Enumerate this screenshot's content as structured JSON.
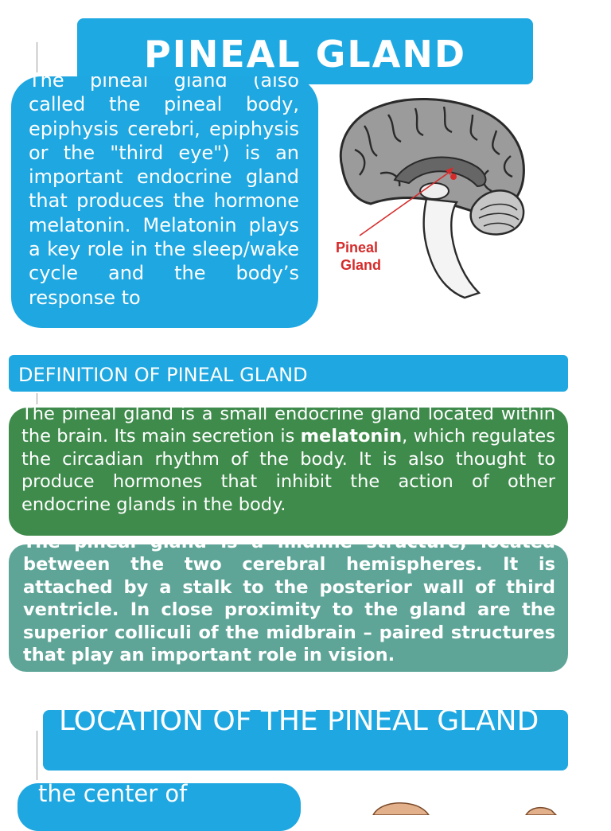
{
  "title": "PINEAL GLAND",
  "intro": {
    "text": "The pineal gland (also called the pineal body, epiphysis cerebri, epiphysis or the \"third eye\") is an important endocrine gland that produces the hormone melatonin. Melatonin plays a key role in the sleep/wake cycle and the body’s response to"
  },
  "figure": {
    "label_line1": "Pineal",
    "label_line2": "Gland",
    "arrow_color": "#d62b2b",
    "label_color": "#d62b2b"
  },
  "definition": {
    "heading": "DEFINITION OF PINEAL GLAND",
    "text_before": "The pineal gland is a small endocrine gland located within the brain. Its main secretion is ",
    "text_bold": "melatonin",
    "text_after": ", which regulates the circadian rhythm of the body. It is also thought to produce hormones that inhibit the action of other endocrine glands in the body.",
    "midline_text": "The pineal gland is a midline structure, located between the two cerebral hemispheres. It is attached by a stalk to the posterior wall of third ventricle. In close proximity to the gland are the superior colliculi of the midbrain – paired structures that play an important role in vision."
  },
  "location": {
    "heading": "LOCATION OF THE PINEAL GLAND",
    "text": "It is located near to the center of"
  },
  "colors": {
    "blue": "#1ea7e0",
    "green": "#3f8b4c",
    "teal": "#5ea598"
  }
}
